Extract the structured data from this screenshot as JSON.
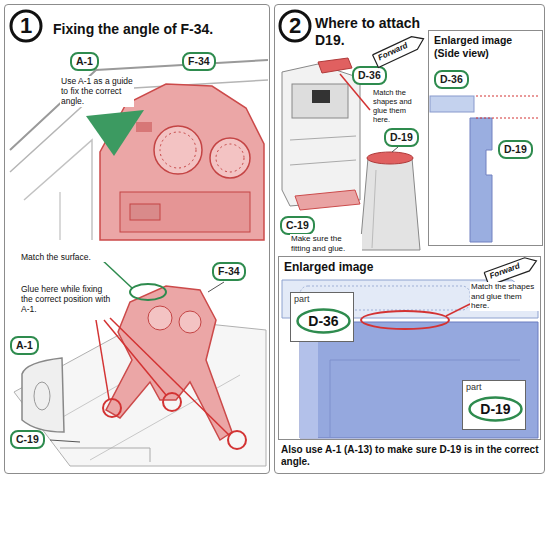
{
  "diagram": {
    "nodes": [
      {
        "text": [
          "Fixing the angle of F-34."
        ]
      },
      {
        "text": [
          "1"
        ],
        "in": 0
      },
      {
        "text": [
          "A-1"
        ],
        "in": 0
      },
      {
        "text": [
          "F-34"
        ],
        "in": 0
      },
      {
        "text": [
          "F-34"
        ],
        "in": 0
      },
      {
        "text": [
          "A-1"
        ],
        "in": 0
      },
      {
        "text": [
          "C-19"
        ],
        "in": 0
      },
      {
        "text": [
          "Where to attach D19."
        ]
      },
      {
        "text": [
          "2"
        ],
        "in": 7
      },
      {
        "text": [
          "D-36"
        ],
        "in": 7
      },
      {
        "text": [
          "Forward"
        ],
        "in": 7
      },
      {
        "text": [
          "C-19"
        ],
        "in": 7
      },
      {
        "text": [
          "D-19"
        ],
        "in": 7
      },
      {
        "text": [
          "Enlarged image (Side view)"
        ],
        "in": 7
      },
      {
        "text": [
          "D-36"
        ],
        "in": 13
      },
      {
        "text": [
          "D-19"
        ],
        "in": 13
      },
      {
        "text": [
          "Enlarged image"
        ],
        "in": 7
      },
      {
        "text": [
          "Forward"
        ],
        "in": 16
      },
      {
        "text": [
          "part"
        ],
        "in": 16
      },
      {
        "text": [
          "D-36"
        ],
        "in": 18
      },
      {
        "text": [
          "part"
        ],
        "in": 16
      },
      {
        "text": [
          "D-19"
        ],
        "in": 20
      }
    ],
    "labels": [
      "Use A-1 as a guide to fix the correct angle.",
      "Match the surface.",
      "Glue here while fixing the correct position with A-1.",
      "Match the shapes and glue them here.",
      "Make sure the fitting and glue.",
      "Match the shapes and glue them here.",
      "Also use A-1 (A-13) to make sure D-19 is in the correct angle."
    ]
  }
}
